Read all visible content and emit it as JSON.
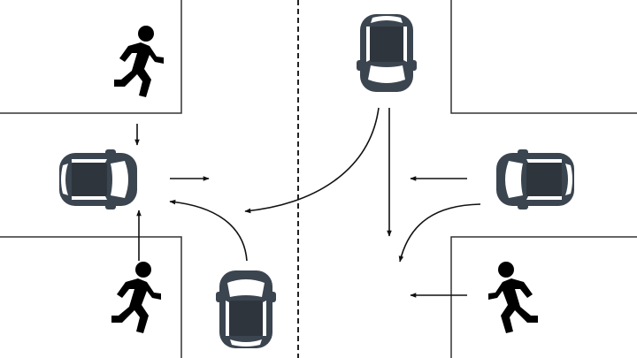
{
  "colors": {
    "background": "#ffffff",
    "curb": "#333333",
    "lane_divider": "#222222",
    "arrow": "#111111",
    "car_body": "#3b4550",
    "car_glass": "#ffffff",
    "pedestrian": "#000000"
  },
  "icons": {
    "car": "car-top-view-icon",
    "pedestrian": "running-person-icon",
    "arrow": "arrow-icon"
  },
  "scene": {
    "cars": [
      {
        "id": "car-west",
        "heading": "east"
      },
      {
        "id": "car-north",
        "heading": "south"
      },
      {
        "id": "car-east",
        "heading": "west"
      },
      {
        "id": "car-south",
        "heading": "north"
      }
    ],
    "pedestrians": [
      {
        "id": "pedestrian-top-left",
        "facing": "right"
      },
      {
        "id": "pedestrian-bottom-left",
        "facing": "right"
      },
      {
        "id": "pedestrian-bottom-right",
        "facing": "left"
      }
    ]
  }
}
